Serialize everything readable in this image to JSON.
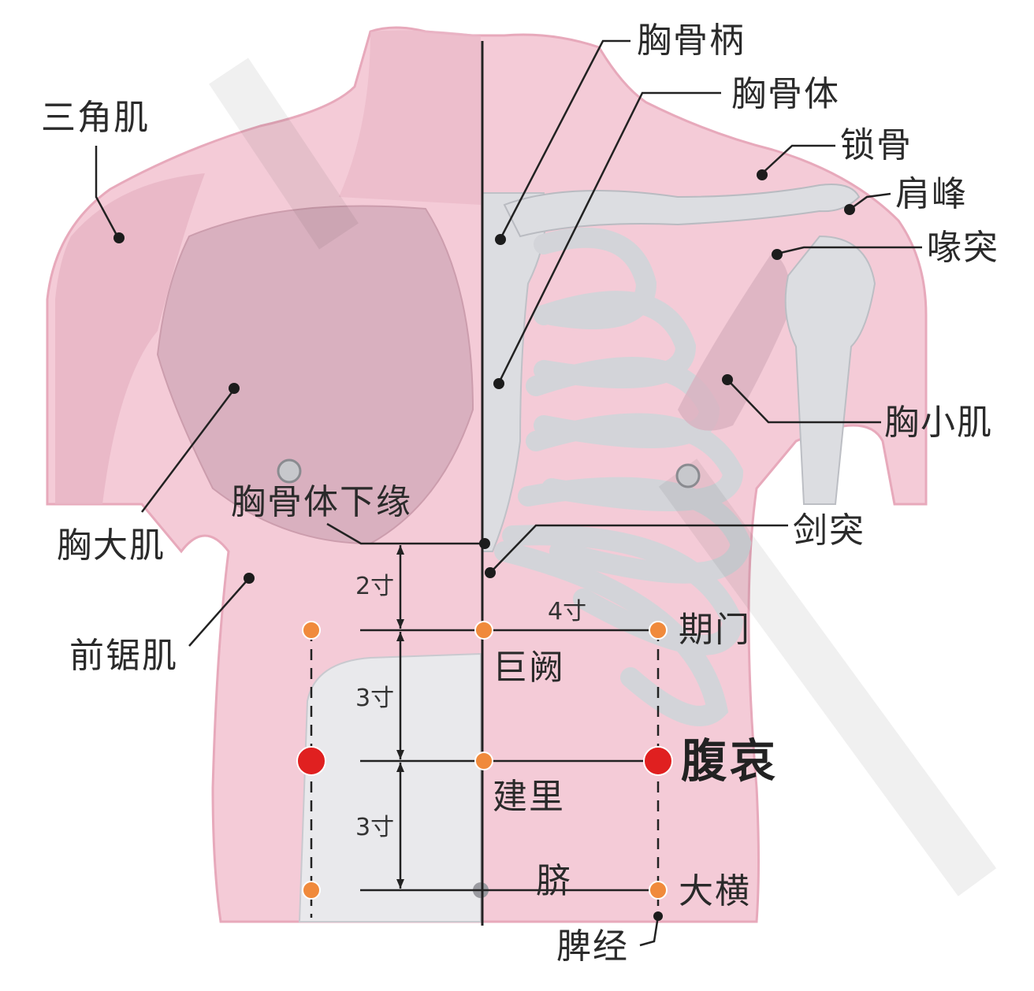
{
  "colors": {
    "skin": "#f4cbd7",
    "muscle": "#e2b3c2",
    "bone": "#dcdde1",
    "primary_point": "#e02020",
    "secondary_point": "#f08a3c",
    "line": "#222222"
  },
  "labels": {
    "deltoid": "三角肌",
    "manubrium": "胸骨柄",
    "sternum_body": "胸骨体",
    "clavicle": "锁骨",
    "acromion": "肩峰",
    "coracoid": "喙突",
    "pec_minor": "胸小肌",
    "pec_major": "胸大肌",
    "sternum_lower_edge": "胸骨体下缘",
    "xiphoid": "剑突",
    "serratus": "前锯肌",
    "qimen": "期门",
    "juque": "巨阙",
    "fuai": "腹哀",
    "jianli": "建里",
    "navel": "脐",
    "daheng": "大横",
    "spleen_meridian": "脾经"
  },
  "measures": {
    "upper": "2寸",
    "middle": "3寸",
    "lower": "3寸",
    "lateral": "4寸"
  }
}
